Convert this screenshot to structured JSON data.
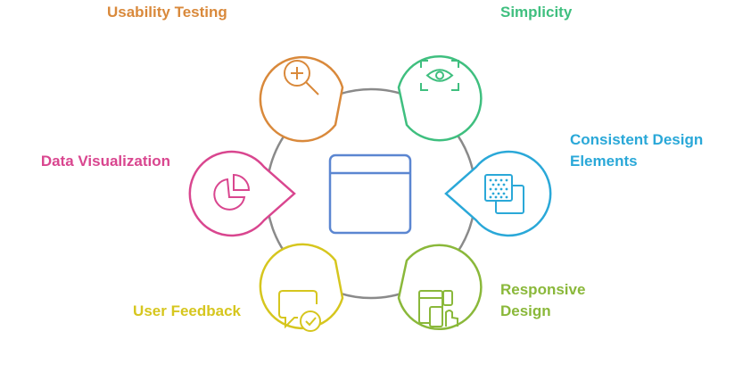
{
  "center": {
    "icon": "browser-window-icon",
    "color": "#5b86d1",
    "ring_color": "#8a8a8a"
  },
  "items": [
    {
      "id": "usability-testing",
      "lines": [
        "Usability Testing"
      ],
      "color": "#d9893b",
      "icon": "magnify-plus-icon"
    },
    {
      "id": "simplicity",
      "lines": [
        "Simplicity"
      ],
      "color": "#3fbf7f",
      "icon": "eye-scan-icon"
    },
    {
      "id": "consistent-design-elements",
      "lines": [
        "Consistent Design",
        "Elements"
      ],
      "color": "#2aa8d8",
      "icon": "layered-squares-icon"
    },
    {
      "id": "responsive-design",
      "lines": [
        "Responsive",
        "Design"
      ],
      "color": "#8ab83a",
      "icon": "multi-device-icon"
    },
    {
      "id": "user-feedback",
      "lines": [
        "User Feedback"
      ],
      "color": "#d6c61e",
      "icon": "chat-check-icon"
    },
    {
      "id": "data-visualization",
      "lines": [
        "Data Visualization"
      ],
      "color": "#d9468f",
      "icon": "pie-chart-icon"
    }
  ]
}
